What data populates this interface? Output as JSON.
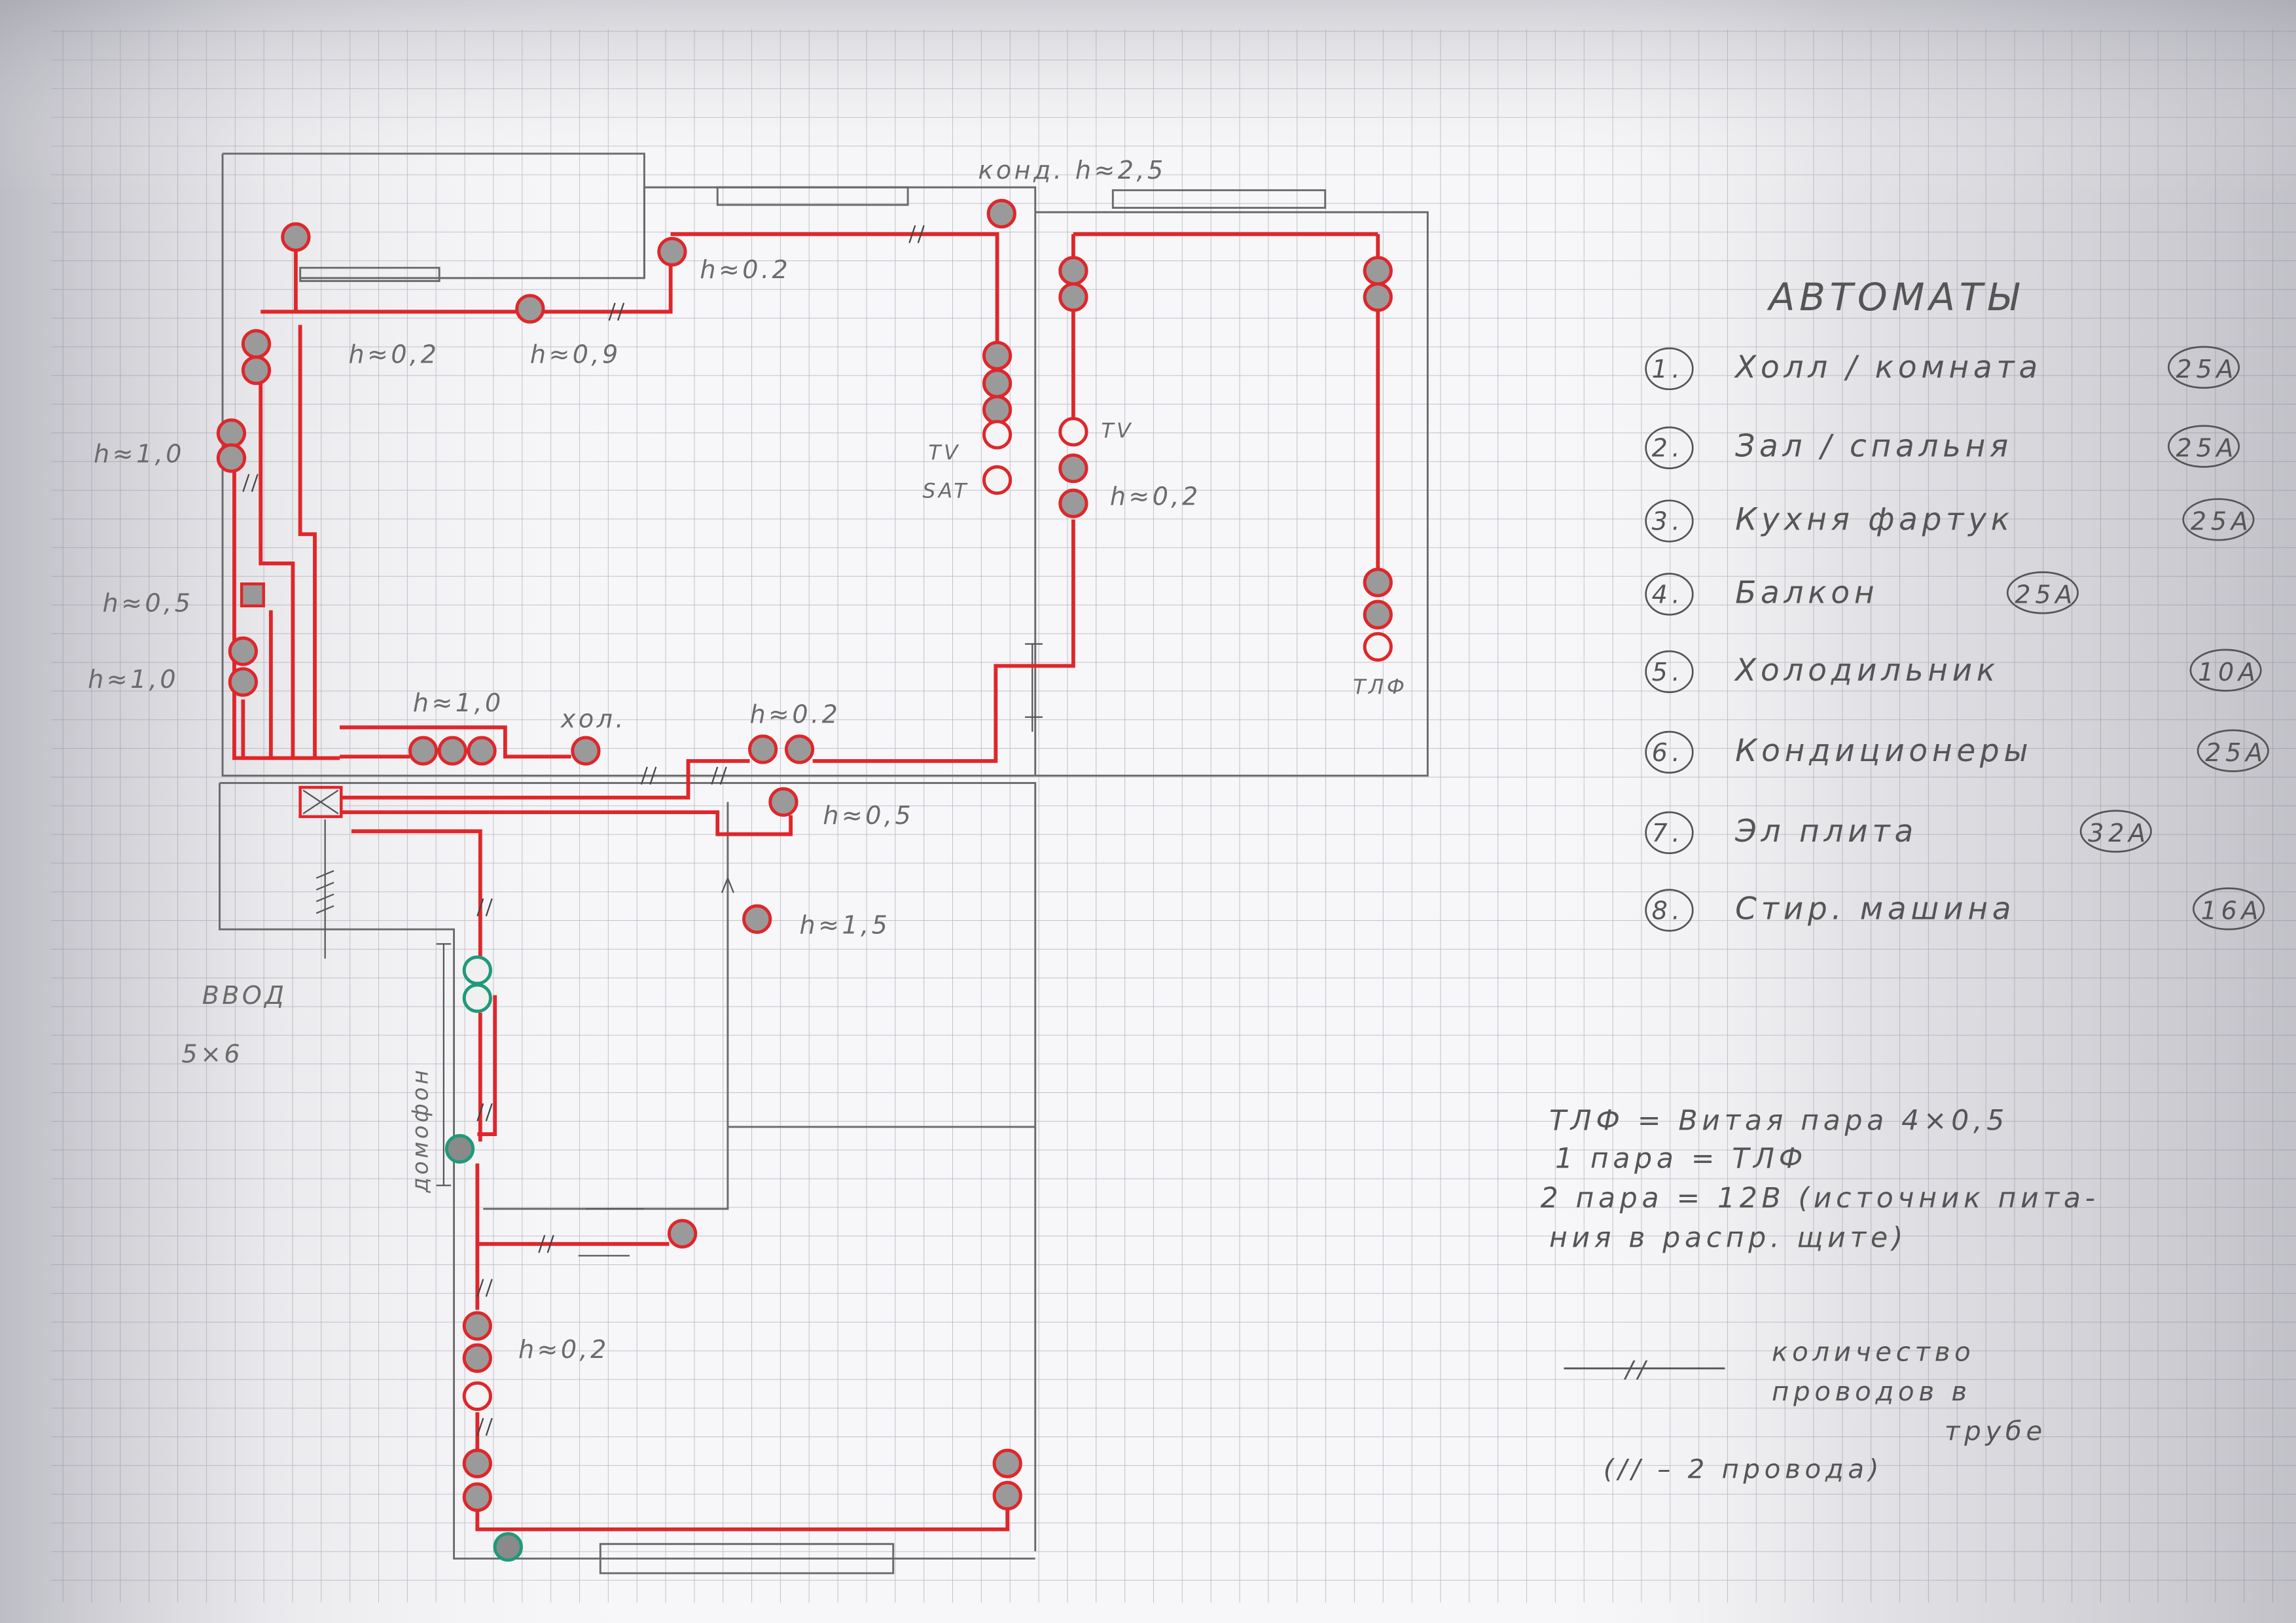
{
  "colors": {
    "wire": "#e0262a",
    "intercom": "#1f9a7a",
    "pencil": "#5a5a5a",
    "grid": "#b9b9c4"
  },
  "plan_labels": {
    "cond": "конд. h≈2,5",
    "h_top_mid": "h≈0.2",
    "h_top_left": "h≈0,2",
    "h_top_09": "h≈0,9",
    "h_left_10a": "h≈1,0",
    "h_left_05": "h≈0,5",
    "h_left_10b": "h≈1,0",
    "h_bottom_10": "h≈1,0",
    "fridge": "хол.",
    "h_bottom_02": "h≈0.2",
    "tv_left": "TV",
    "sat": "SAT",
    "tv_right": "TV",
    "h_right_02": "h≈0,2",
    "phone": "ТЛФ",
    "h_05": "h≈0,5",
    "h_15": "h≈1,5",
    "input": "ВВОД",
    "input_cable": "5×6",
    "intercom": "домофон",
    "h_corridor_02": "h≈0,2"
  },
  "breakers": {
    "title": "АВТОМАТЫ",
    "items": [
      {
        "num": "1.",
        "name": "Холл / комната",
        "rating": "25А"
      },
      {
        "num": "2.",
        "name": "Зал / спальня",
        "rating": "25А"
      },
      {
        "num": "3.",
        "name": "Кухня фартук",
        "rating": "25А"
      },
      {
        "num": "4.",
        "name": "Балкон",
        "rating": "25А"
      },
      {
        "num": "5.",
        "name": "Холодильник",
        "rating": "10А"
      },
      {
        "num": "6.",
        "name": "Кондиционеры",
        "rating": "25А"
      },
      {
        "num": "7.",
        "name": "Эл плита",
        "rating": "32А"
      },
      {
        "num": "8.",
        "name": "Стир. машина",
        "rating": "16А"
      }
    ]
  },
  "notes": {
    "line1": "ТЛФ = Витая пара 4×0,5",
    "line2": "1 пара = ТЛФ",
    "line3": "2 пара = 12В (источник пита-",
    "line4": "ния в распр. щите)"
  },
  "symbol_legend": {
    "mark": "//",
    "line1": "количество",
    "line2": "проводов в",
    "line3": "трубе",
    "line4": "(// – 2 провода)"
  }
}
